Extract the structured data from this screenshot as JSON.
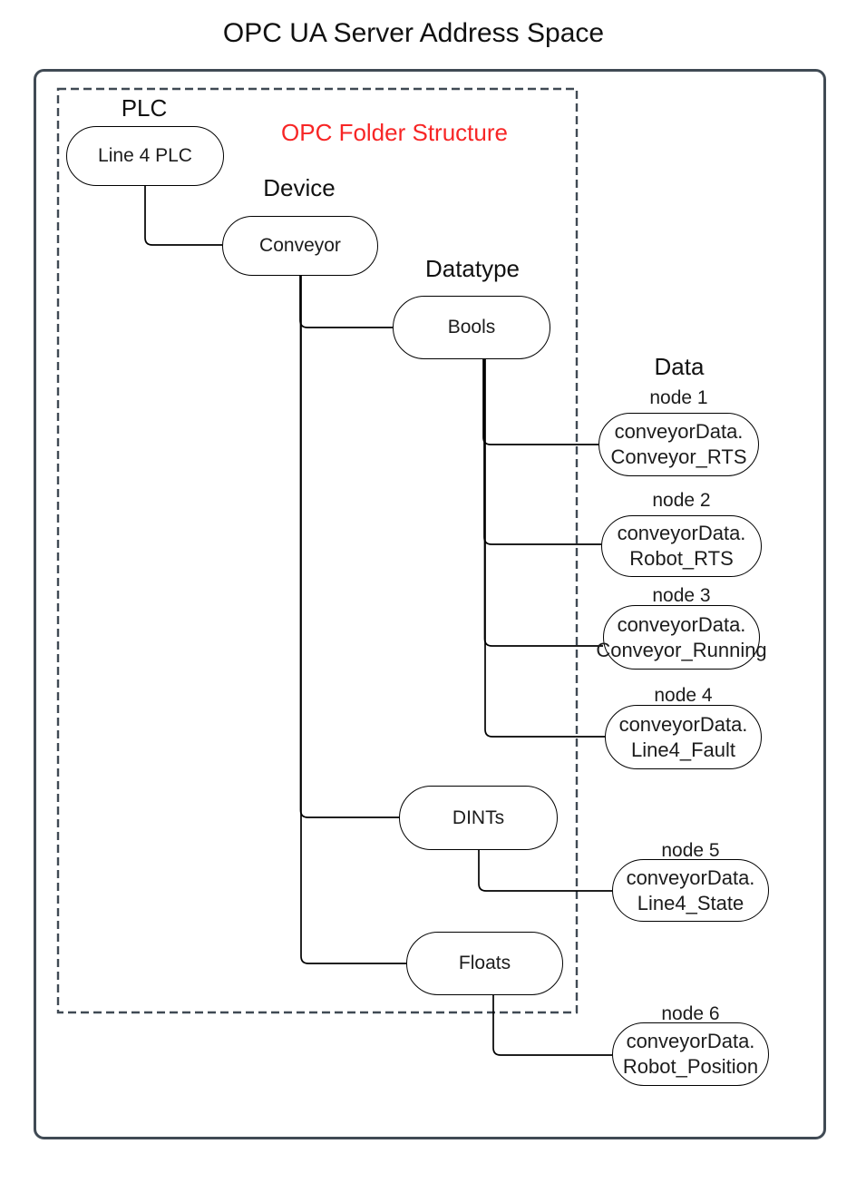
{
  "title": "OPC UA Server Address Space",
  "annotation": "OPC Folder Structure",
  "colors": {
    "annotation_red": "#f72525",
    "frame_border": "#404a54",
    "connector_line": "#000000",
    "node_fill": "#ffffff"
  },
  "headings": {
    "plc": "PLC",
    "device": "Device",
    "datatype": "Datatype",
    "data": "Data"
  },
  "tree": {
    "plc": "Line 4 PLC",
    "device": "Conveyor",
    "datatypes": [
      "Bools",
      "DINTs",
      "Floats"
    ]
  },
  "data_nodes": [
    {
      "label": "node 1",
      "line1": "conveyorData.",
      "line2": "Conveyor_RTS",
      "parent": "Bools"
    },
    {
      "label": "node 2",
      "line1": "conveyorData.",
      "line2": "Robot_RTS",
      "parent": "Bools"
    },
    {
      "label": "node 3",
      "line1": "conveyorData.",
      "line2": "Conveyor_Running",
      "parent": "Bools"
    },
    {
      "label": "node 4",
      "line1": "conveyorData.",
      "line2": "Line4_Fault",
      "parent": "Bools"
    },
    {
      "label": "node 5",
      "line1": "conveyorData.",
      "line2": "Line4_State",
      "parent": "DINTs"
    },
    {
      "label": "node 6",
      "line1": "conveyorData.",
      "line2": "Robot_Position",
      "parent": "Floats"
    }
  ]
}
